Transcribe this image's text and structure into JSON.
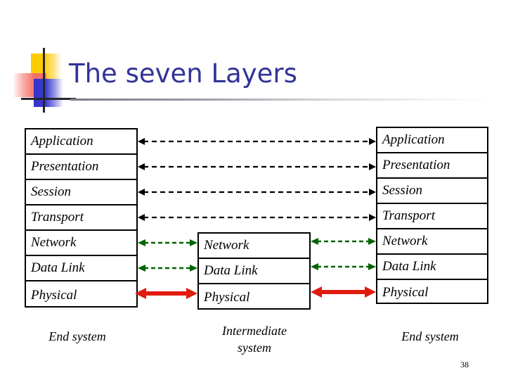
{
  "slide": {
    "title": "The seven Layers",
    "number": "38",
    "title_color": "#333399",
    "background": "#ffffff"
  },
  "logo": {
    "colors": {
      "yellow": "#ffcc00",
      "red": "#f4706a",
      "blue": "#3333cc",
      "line": "#26262e"
    }
  },
  "stacks": {
    "left": {
      "caption": "End system",
      "layers": [
        {
          "label": "Application"
        },
        {
          "label": "Presentation"
        },
        {
          "label": "Session"
        },
        {
          "label": "Transport"
        },
        {
          "label": "Network"
        },
        {
          "label": "Data Link"
        },
        {
          "label": "Physical"
        }
      ]
    },
    "middle": {
      "caption_line1": "Intermediate",
      "caption_line2": "system",
      "layers": [
        {
          "label": "Network"
        },
        {
          "label": "Data Link"
        },
        {
          "label": "Physical"
        }
      ]
    },
    "right": {
      "caption": "End system",
      "layers": [
        {
          "label": "Application"
        },
        {
          "label": "Presentation"
        },
        {
          "label": "Session"
        },
        {
          "label": "Transport"
        },
        {
          "label": "Network"
        },
        {
          "label": "Data Link"
        },
        {
          "label": "Physical"
        }
      ]
    }
  },
  "arrows": {
    "colors": {
      "peer_upper": "#000000",
      "peer_network": "#006400",
      "peer_physical": "#e01b10"
    },
    "legend": [
      {
        "layer": "Application",
        "style": "dashed",
        "color": "#000000",
        "span": "end-to-end"
      },
      {
        "layer": "Presentation",
        "style": "dashed",
        "color": "#000000",
        "span": "end-to-end"
      },
      {
        "layer": "Session",
        "style": "dashed",
        "color": "#000000",
        "span": "end-to-end"
      },
      {
        "layer": "Transport",
        "style": "dashed",
        "color": "#000000",
        "span": "end-to-end"
      },
      {
        "layer": "Network",
        "style": "dashed",
        "color": "#006400",
        "span": "hop-by-hop"
      },
      {
        "layer": "Data Link",
        "style": "dashed",
        "color": "#006400",
        "span": "hop-by-hop"
      },
      {
        "layer": "Physical",
        "style": "solid",
        "color": "#e01b10",
        "span": "hop-by-hop"
      }
    ]
  }
}
